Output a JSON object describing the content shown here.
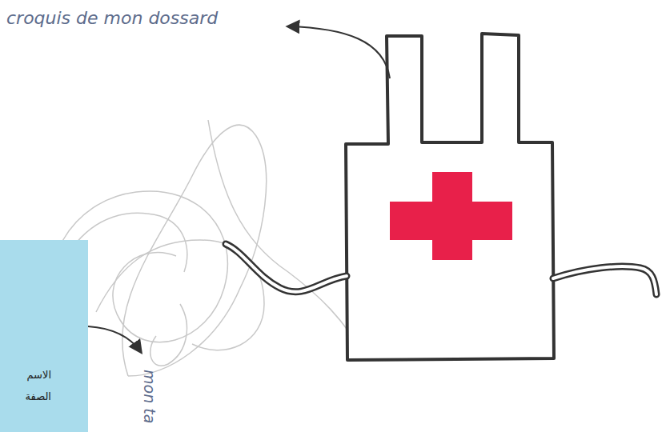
{
  "diagram": {
    "nodes": [
      {
        "text": [
          "الاسم",
          "الصفة"
        ]
      }
    ],
    "labels": [
      "croquis de mon dossard",
      "mon ta"
    ]
  }
}
